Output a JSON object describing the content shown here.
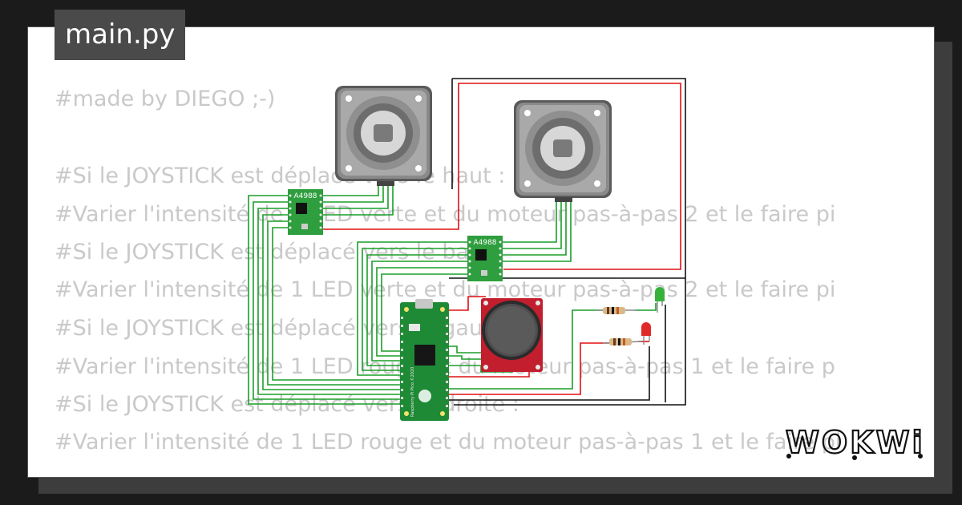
{
  "file_tab": {
    "name": "main.py"
  },
  "code_lines": [
    "#made by DIEGO ;-)",
    "",
    "#Si le JOYSTICK est déplacé vers le haut :",
    "#Varier l'intensité de 1 LED verte et du moteur pas-à-pas 2 et le faire pi",
    "#Si le JOYSTICK est déplacé vers le bas :",
    "#Varier l'intensité de 1 LED verte et du moteur pas-à-pas 2 et le faire pi",
    "#Si le JOYSTICK est déplacé vers la gauche :",
    "#Varier l'intensité de 1 LED rouge et du moteur pas-à-pas 1 et le faire p",
    "#Si le JOYSTICK est déplacé vers la droite :",
    "#Varier l'intensité de 1 LED rouge et du moteur pas-à-pas 1 et le faire pi"
  ],
  "circuit": {
    "driver_1_label": "A4988",
    "driver_2_label": "A4988",
    "board_label": "Raspberry Pi Pico ©2020"
  },
  "brand": {
    "logo_text": "WOKWi"
  },
  "colors": {
    "wire_green": "#1a9e2a",
    "wire_red": "#e01010",
    "wire_black": "#111111",
    "driver_board": "#2e9e3e",
    "joystick_board": "#c21e2e",
    "pico_board": "#1f8a36"
  }
}
